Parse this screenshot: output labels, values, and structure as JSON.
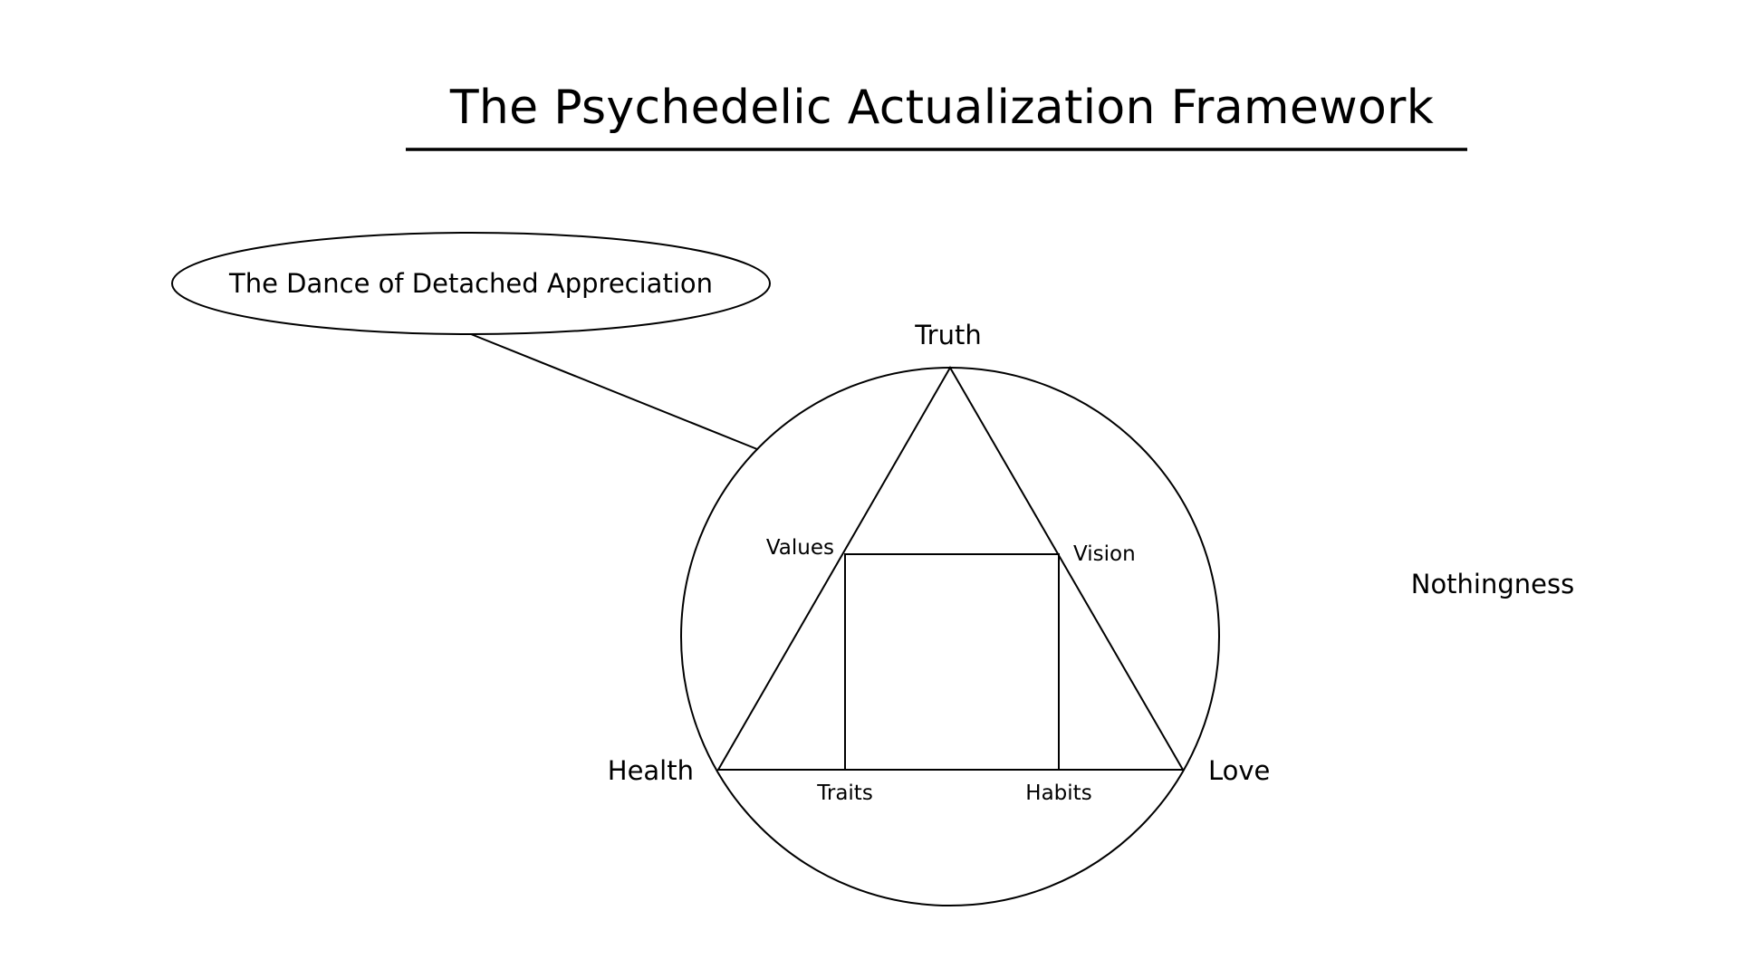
{
  "title": "The Psychedelic Actualization Framework",
  "callout": {
    "text": "The Dance of Detached Appreciation"
  },
  "vertices": {
    "top": "Truth",
    "left": "Health",
    "right": "Love"
  },
  "inner": {
    "top_left": "Values",
    "top_right": "Vision",
    "bottom_left": "Traits",
    "bottom_right": "Habits"
  },
  "outside": {
    "right": "Nothingness"
  },
  "colors": {
    "stroke": "#000000",
    "background": "#ffffff",
    "text": "#000000"
  }
}
